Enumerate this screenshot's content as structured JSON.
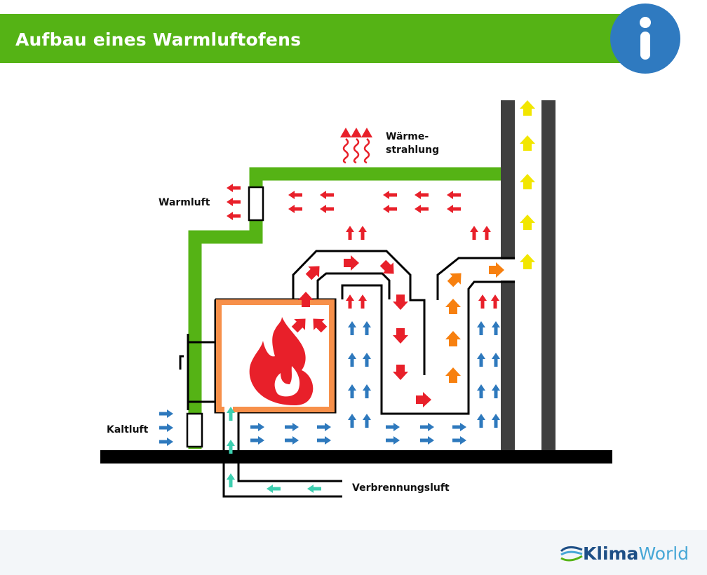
{
  "header": {
    "title": "Aufbau eines Warmluftofens"
  },
  "labels": {
    "radiation": [
      "Wärme-",
      "strahlung"
    ],
    "warm_air": "Warmluft",
    "cold_air": "Kaltluft",
    "combustion_air": "Verbrennungsluft"
  },
  "brand": {
    "part1": "Klima",
    "part2": "World"
  },
  "colors": {
    "green": "#55b315",
    "blue_info": "#2f7ac0",
    "hot_arrow": "#e8202a",
    "cold_arrow": "#2e79bd",
    "combustion_arrow": "#3dcfb0",
    "exhaust_arrow": "#f7800f",
    "chimney_arrow": "#f2e600",
    "firebox_border": "#f7904a",
    "chimney_wall": "#3f3f3f"
  }
}
